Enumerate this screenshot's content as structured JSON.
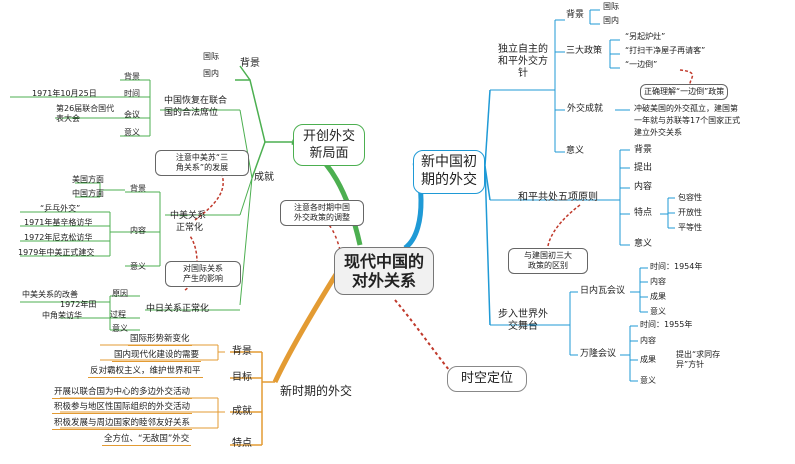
{
  "center": {
    "line1": "现代中国的",
    "line2": "对外关系"
  },
  "branch_new_china": {
    "title": "新中国初期的外交",
    "independent": {
      "title": "独立自主的和平外交方针",
      "background": {
        "label": "背景",
        "items": [
          "国际",
          "国内"
        ]
      },
      "three_policies": {
        "label": "三大政策",
        "items": [
          "“另起炉灶”",
          "“打扫干净屋子再请客”",
          "“一边倒”"
        ],
        "note": "正确理解“一边倒”政策"
      },
      "achievement": {
        "label": "外交成就",
        "text": [
          "冲破美国的外交孤立，建国第",
          "一年就与苏联等17个国家正式",
          "建立外交关系"
        ]
      },
      "meaning": "意义"
    },
    "five_principles": {
      "title": "和平共处五项原则",
      "items": [
        "背景",
        "提出",
        "内容",
        "特点",
        "意义"
      ],
      "features": [
        "包容性",
        "开放性",
        "平等性"
      ],
      "note": [
        "与建国初三大",
        "政策的区别"
      ]
    },
    "world_stage": {
      "title": "步入世界外交舞台",
      "geneva": {
        "label": "日内瓦会议",
        "items": [
          "时间：1954年",
          "内容",
          "成果",
          "意义"
        ]
      },
      "bandung": {
        "label": "万隆会议",
        "items": [
          "时间：1955年",
          "内容",
          "成果",
          "意义"
        ],
        "result_detail": "提出“求同存异”方针"
      }
    }
  },
  "branch_new_situation": {
    "title": "开创外交新局面",
    "background": {
      "label": "背景",
      "items": [
        "国际",
        "国内"
      ]
    },
    "achievement_label": "成就",
    "un_seat": {
      "title": [
        "中国恢复在联合",
        "国的合法席位"
      ],
      "items": [
        {
          "label": "背景",
          "value": ""
        },
        {
          "label": "时间",
          "value": "1971年10月25日"
        },
        {
          "label": "会议",
          "value": "第26届联合国代表大会"
        },
        {
          "label": "意义",
          "value": ""
        }
      ]
    },
    "note_triangle": [
      "注意中美苏“三",
      "角关系”的发展"
    ],
    "sino_us": {
      "title": [
        "中美关系",
        "正常化"
      ],
      "background": {
        "label": "背景",
        "items": [
          "美国方面",
          "中国方面"
        ]
      },
      "content": {
        "label": "内容",
        "items": [
          "“乒乓外交”",
          "1971年基辛格访华",
          "1972年尼克松访华",
          "1979年中美正式建交"
        ]
      },
      "meaning": "意义"
    },
    "note_impact": [
      "对国际关系",
      "产生的影响"
    ],
    "sino_japan": {
      "title": "中日关系正常化",
      "reason": {
        "label": "原因",
        "value": "中美关系的改善"
      },
      "process": {
        "label": "过程",
        "value": [
          "1972年田",
          "中角荣访华"
        ]
      },
      "meaning": "意义"
    }
  },
  "note_adjust": [
    "注意各时期中国",
    "外交政策的调整"
  ],
  "branch_new_era": {
    "title": "新时期的外交",
    "background": {
      "label": "背景",
      "items": [
        "国际形势新变化",
        "国内现代化建设的需要"
      ]
    },
    "goal": {
      "label": "目标",
      "items": [
        "反对霸权主义，维护世界和平"
      ]
    },
    "achievement": {
      "label": "成就",
      "items": [
        "开展以联合国为中心的多边外交活动",
        "积极参与地区性国际组织的外交活动",
        "积极发展与周边国家的睦邻友好关系"
      ]
    },
    "feature": {
      "label": "特点",
      "items": [
        "全方位、“无敌国”外交"
      ]
    }
  },
  "branch_time": {
    "title": "时空定位"
  },
  "colors": {
    "blue": "#1f9ad6",
    "green": "#4caf50",
    "yellow": "#e0c623",
    "orange": "#e39b33",
    "red": "#c0392b"
  }
}
